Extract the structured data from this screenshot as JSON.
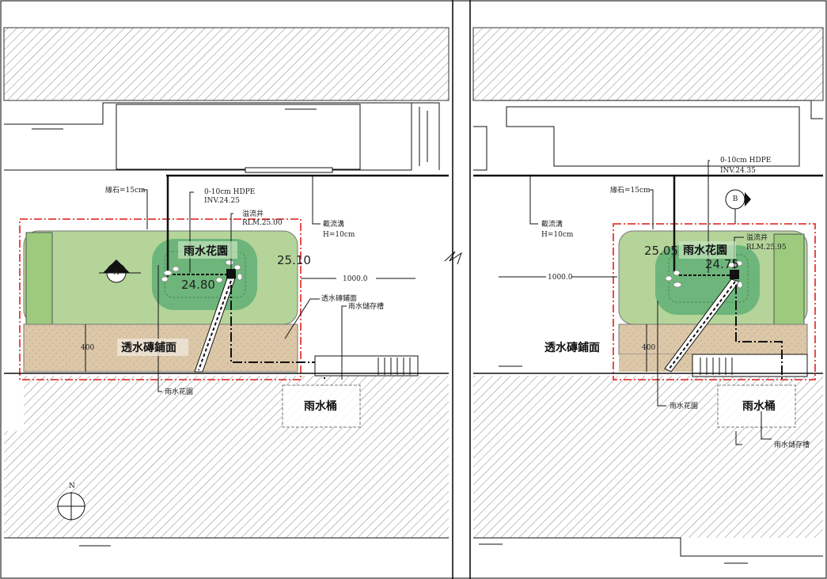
{
  "colors": {
    "garden_light": "#b5d49a",
    "garden_dark": "#6db57a",
    "paving": "#dcc7a8",
    "boundary": "#e53935",
    "hatch": "#555555"
  },
  "left_plan": {
    "curb_label": "緣石=15cm",
    "pipe_label": "0-10cm HDPE",
    "pipe_inv": "INV.24.25",
    "overflow_label": "溢流井",
    "overflow_rim": "RLM.25.00",
    "trench_label": "截流溝",
    "trench_height": "H=10cm",
    "dimension": "1000.0",
    "garden_title": "雨水花園",
    "garden_elev": "24.80",
    "lawn_elev": "25.10",
    "paving_title": "透水磚鋪面",
    "paving_callout": "透水磚鋪面",
    "storage_callout": "雨水儲存槽",
    "depth_dim": "400",
    "garden_callout": "雨水花園",
    "barrel_title": "雨水桶",
    "section_marker": "A",
    "north_label": "N"
  },
  "right_plan": {
    "pipe_label": "0-10cm HDPE",
    "pipe_inv": "INV.24.35",
    "curb_label": "緣石=15cm",
    "trench_label": "截流溝",
    "trench_height": "H=10cm",
    "dimension": "1000.0",
    "section_marker": "B",
    "lawn_elev": "25.05",
    "garden_title": "雨水花園",
    "garden_elev": "24.75",
    "overflow_label": "溢流井",
    "overflow_rim": "RLM.25.95",
    "paving_title": "透水磚鋪面",
    "depth_dim": "400",
    "garden_callout": "雨水花園",
    "barrel_title": "雨水桶",
    "storage_callout": "雨水儲存槽"
  }
}
